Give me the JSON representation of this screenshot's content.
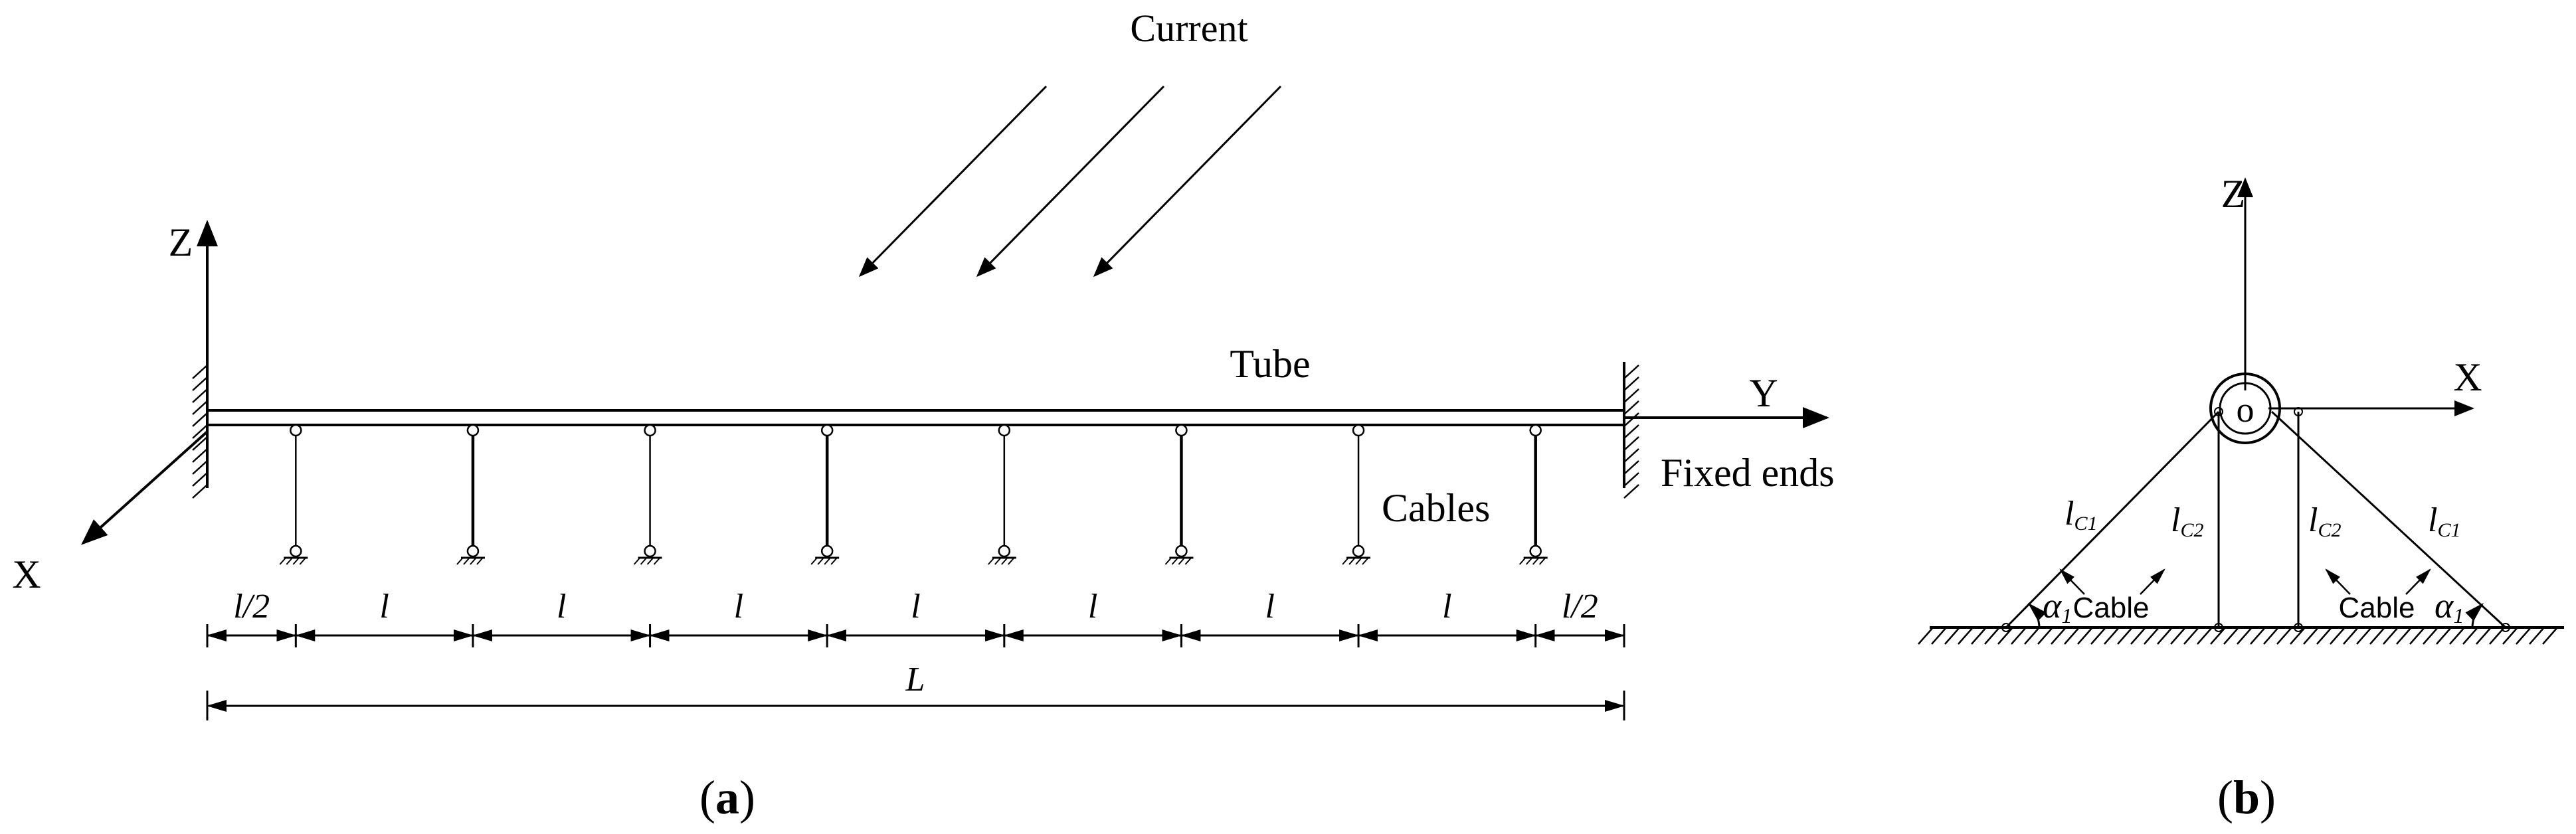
{
  "panel_a": {
    "current_label": "Current",
    "tube_label": "Tube",
    "cables_label": "Cables",
    "fixed_ends_label": "Fixed ends",
    "axis_z": "Z",
    "axis_y": "Y",
    "axis_x": "X",
    "dim_half": "l/2",
    "dim_span": "l",
    "dim_total": "L",
    "caption_letter": "a",
    "cable_count": 8
  },
  "panel_b": {
    "axis_z": "Z",
    "axis_x": "X",
    "origin": "o",
    "lc1_base": "l",
    "lc1_sub": "C1",
    "lc2_base": "l",
    "lc2_sub": "C2",
    "cable_label": "Cable",
    "alpha_base": "α",
    "alpha_sub": "1",
    "caption_letter": "b"
  }
}
